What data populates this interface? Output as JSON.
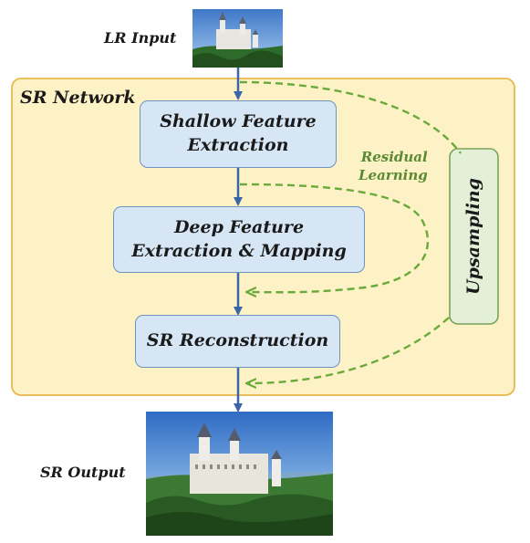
{
  "labels": {
    "lr_input": "LR Input",
    "sr_network": "SR Network",
    "sr_output": "SR Output",
    "residual": "Residual\nLearning",
    "upsampling": "Upsampling"
  },
  "blocks": {
    "shallow": "Shallow Feature\nExtraction",
    "deep": "Deep Feature\nExtraction & Mapping",
    "reconstruction": "SR Reconstruction"
  },
  "colors": {
    "network_fill": "#fdf1c6",
    "network_border": "#e8b84a",
    "block_fill": "#d6e6f5",
    "block_border": "#6d93bf",
    "upsampling_fill": "#e3efd6",
    "upsampling_border": "#7aa45a",
    "arrow_blue": "#3c64a8",
    "dashed_green": "#6aaa3a",
    "residual_text": "#5a8a32"
  },
  "images": {
    "lr_input": "castle-photo-small",
    "sr_output": "castle-photo-large"
  }
}
